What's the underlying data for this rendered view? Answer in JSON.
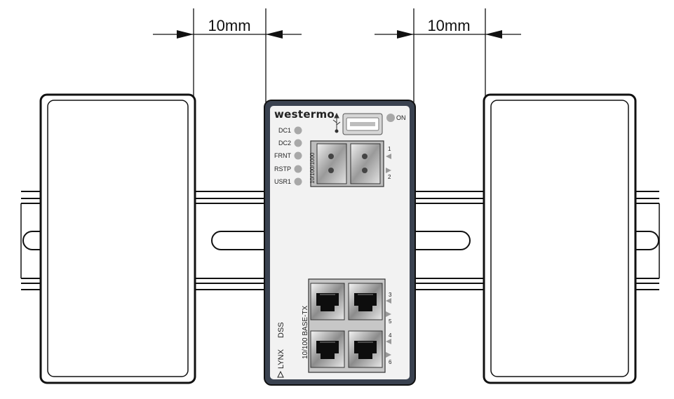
{
  "dimensions": {
    "left_gap": "10mm",
    "right_gap": "10mm"
  },
  "device": {
    "brand": "westermo",
    "power_label": "ON",
    "leds": [
      "DC1",
      "DC2",
      "FRNT",
      "RSTP",
      "USR1"
    ],
    "sfp_label": "10/100/1000",
    "sfp_ports": [
      "1",
      "2"
    ],
    "copper_label": "10/100 BASE-TX",
    "copper_ports": [
      "3",
      "5",
      "4",
      "6"
    ],
    "model_line1": "LYNX",
    "model_line2": "DSS",
    "usb_symbol": "usb-icon"
  },
  "colors": {
    "outline": "#111111",
    "device_frame": "#3a4250",
    "device_face": "#f2f2f2",
    "led": "#a8a8a8"
  }
}
